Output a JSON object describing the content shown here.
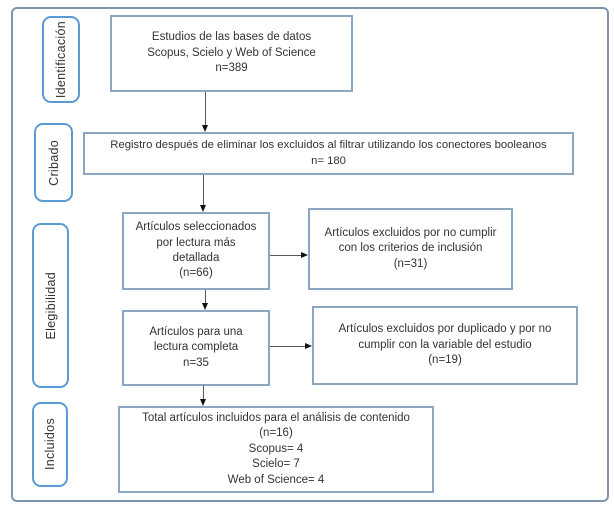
{
  "diagram": {
    "type": "prisma-flow",
    "stages": [
      {
        "label": "Identificación"
      },
      {
        "label": "Cribado"
      },
      {
        "label": "Elegibilidad"
      },
      {
        "label": "Incluidos"
      }
    ],
    "boxes": {
      "databases": {
        "lines": [
          "Estudios de las bases de datos",
          "Scopus, Scielo y Web of Science",
          "n=389"
        ],
        "n": 389
      },
      "screening": {
        "lines": [
          "Registro después de eliminar los excluidos al filtrar utilizando los conectores booleanos",
          "n= 180"
        ],
        "n": 180
      },
      "selected_detailed": {
        "lines": [
          "Artículos seleccionados",
          "por lectura más",
          "detallada",
          "(n=66)"
        ],
        "n": 66
      },
      "excluded_criteria": {
        "lines": [
          "Artículos excluidos por no cumplir",
          "con los criterios de inclusión",
          "(n=31)"
        ],
        "n": 31
      },
      "full_reading": {
        "lines": [
          "Artículos para una",
          "lectura completa",
          "n=35"
        ],
        "n": 35
      },
      "excluded_duplicates": {
        "lines": [
          "Artículos excluidos por duplicado y por no",
          "cumplir con la variable del estudio",
          "(n=19)"
        ],
        "n": 19
      },
      "included_total": {
        "lines": [
          "Total artículos incluidos para el análisis de contenido",
          "(n=16)",
          "Scopus= 4",
          "Scielo= 7",
          "Web of Science= 4"
        ],
        "n": 16,
        "scopus": 4,
        "scielo": 7,
        "web_of_science": 4
      }
    },
    "colors": {
      "box_border": "#8ba6c3",
      "stage_border": "#5b9bd5",
      "frame_border": "#8095ad",
      "arrow_line": "#595959",
      "arrow_head": "#111111",
      "text": "#333333",
      "background": "#ffffff"
    }
  }
}
